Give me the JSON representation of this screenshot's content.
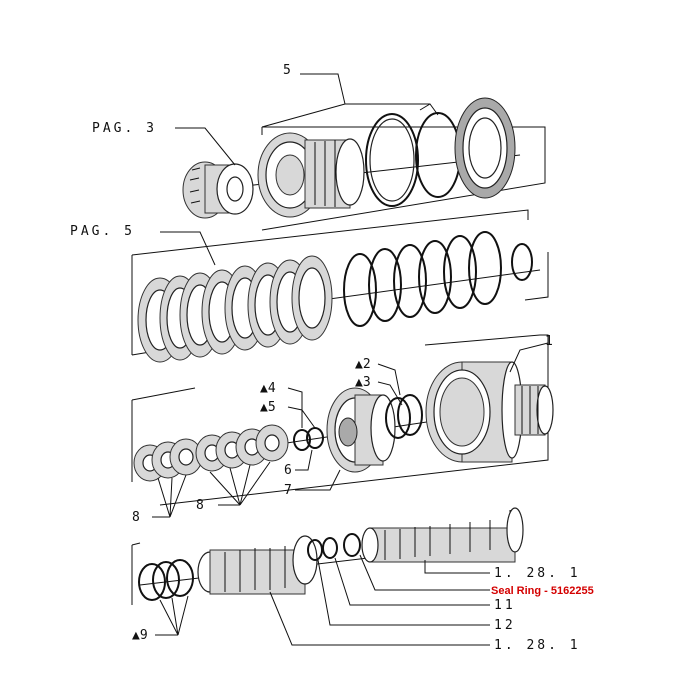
{
  "labels": {
    "ref_pag3": "PAG. 3",
    "ref_pag5": "PAG. 5",
    "item_5_top": "5",
    "item_1": "1",
    "item_2": "▲2",
    "item_3": "▲3",
    "item_4": "▲4",
    "item_5": "▲5",
    "item_6": "6",
    "item_7": "7",
    "item_8_a": "8",
    "item_8_b": "8",
    "item_9": "▲9",
    "item_1281_a": "1. 28. 1",
    "item_seal_ring": "Seal Ring - 5162255",
    "item_11": "11",
    "item_12": "12",
    "item_1281_b": "1. 28. 1"
  },
  "colors": {
    "highlight": "#d40000",
    "line": "#111111"
  }
}
